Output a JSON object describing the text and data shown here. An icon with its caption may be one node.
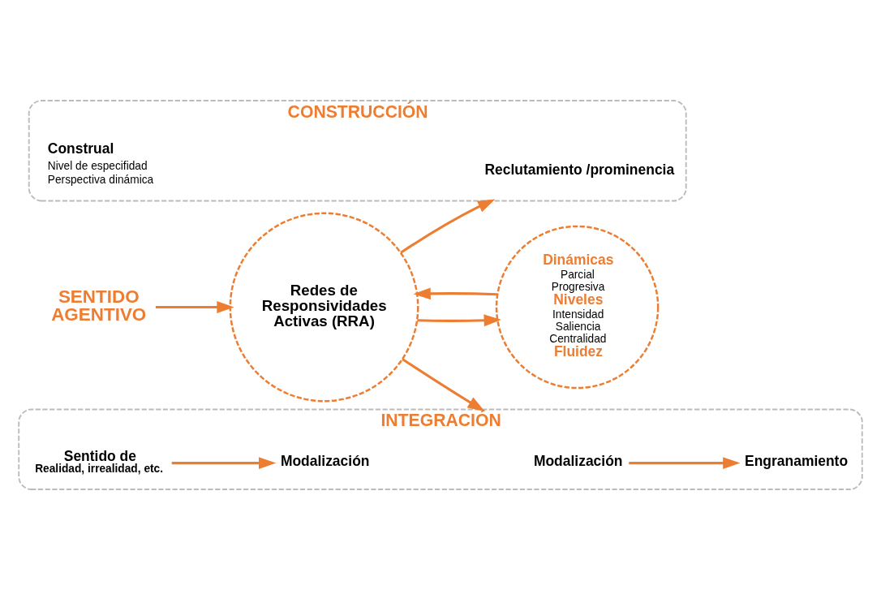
{
  "diagram": {
    "nodes": [
      {
        "text": [
          "SENTIDO AGENTIVO"
        ]
      },
      {
        "text": [
          "Redes de Responsividades Activas (RRA)"
        ]
      },
      {
        "text": [
          "CONSTRUCCIÓN"
        ]
      },
      {
        "text": [
          "Reclutamiento /prominencia"
        ],
        "in": 2
      },
      {
        "text": [
          "Construal"
        ],
        "in": 2,
        "beside": [
          "Nivel de especifidad",
          "Perspectiva dinámica"
        ]
      },
      {
        "text": [
          "Dinámicas",
          "Parcial",
          "Progresiva",
          "Niveles",
          "Intensidad",
          "Saliencia",
          "Centralidad",
          "Fluidez"
        ]
      },
      {
        "text": [
          "INTEGRACIÓN"
        ]
      },
      {
        "text": [
          "Modalización"
        ],
        "in": 6
      },
      {
        "text": [
          "Engranamiento"
        ],
        "in": 6
      },
      {
        "text": [
          "Sentido de",
          "Realidad, irrealidad, etc."
        ],
        "in": 6
      },
      {
        "text": [
          "Modalización"
        ],
        "in": 6
      }
    ],
    "edges": [
      {
        "from": 0,
        "to": 1,
        "arrow": "to"
      },
      {
        "from": 1,
        "to": 2,
        "arrow": "to"
      },
      {
        "from": 1,
        "to": 6,
        "arrow": "to"
      },
      {
        "from": 5,
        "to": 1,
        "arrow": "to"
      },
      {
        "from": 1,
        "to": 5,
        "arrow": "to"
      },
      {
        "from": 7,
        "to": 8,
        "arrow": "to"
      },
      {
        "from": 9,
        "to": 10,
        "arrow": "to"
      }
    ]
  }
}
